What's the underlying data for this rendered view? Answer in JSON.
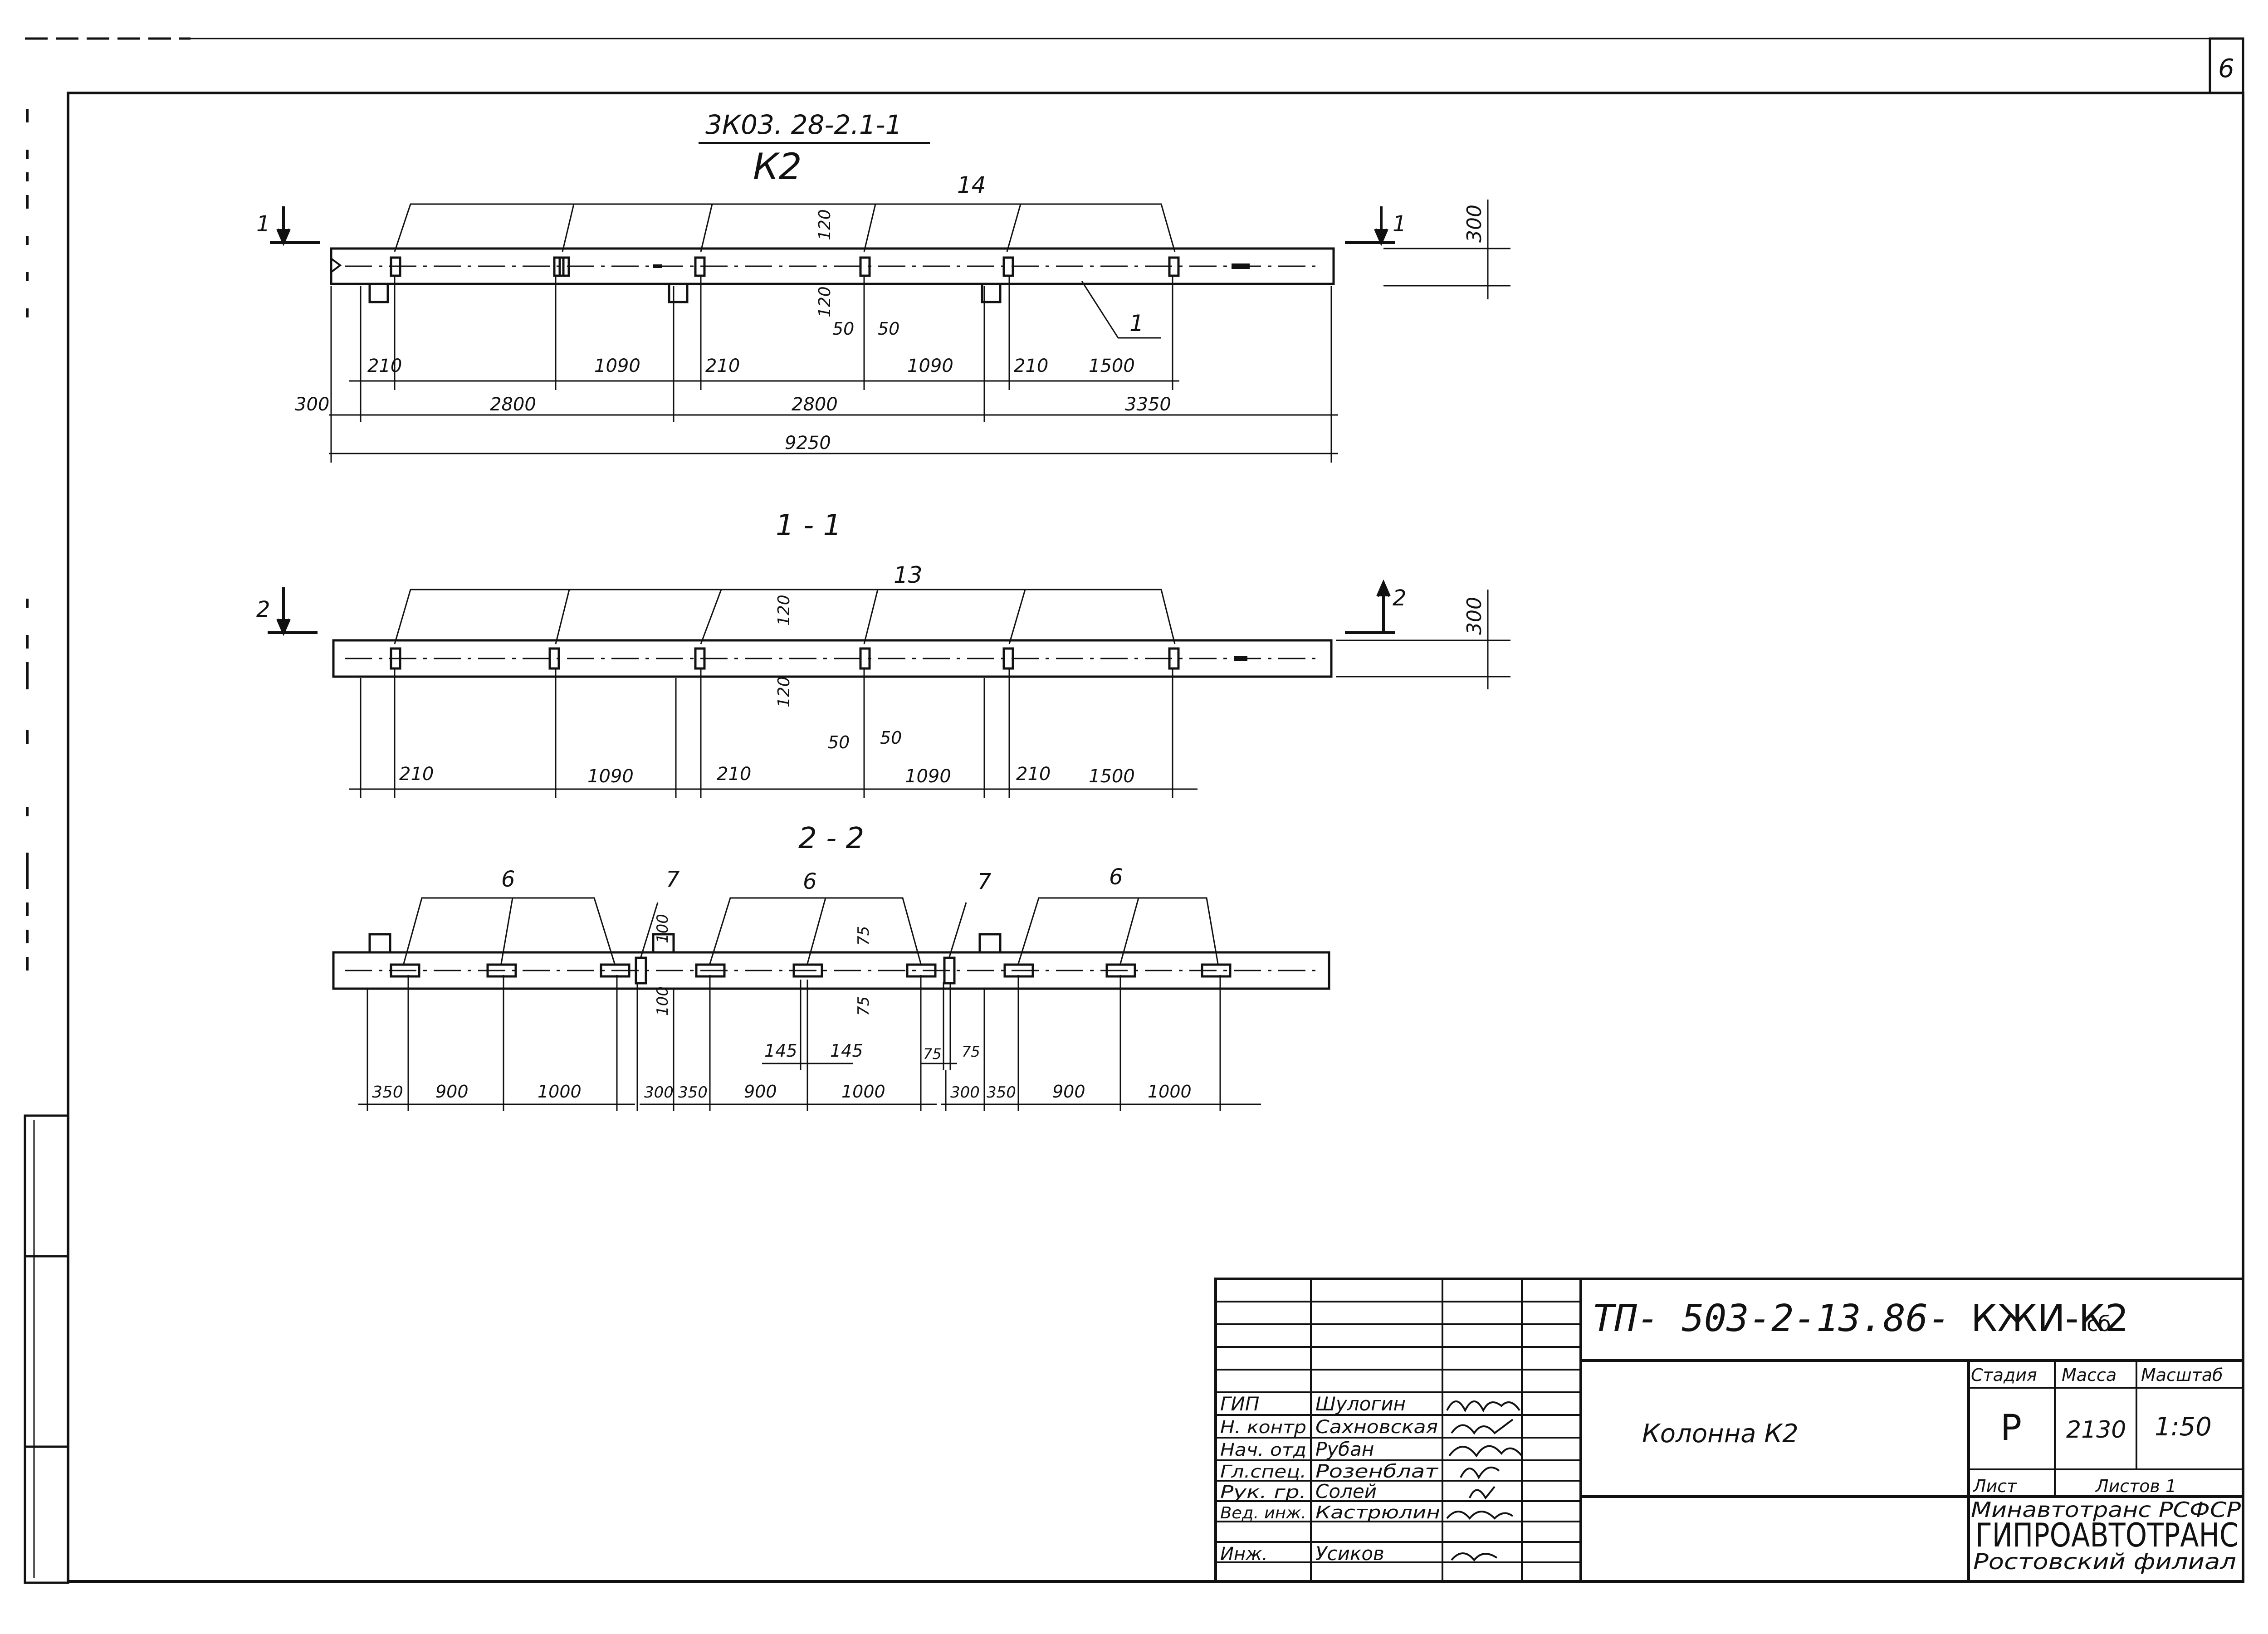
{
  "sheet_number": "6",
  "title_block": {
    "doc_code": "ТП- 503-2-13.86-",
    "doc_suffix": "КЖИ-К2",
    "doc_suffix_small": "сб",
    "object_name": "Колонна К2",
    "col_stage": "Стадия",
    "col_mass": "Масса",
    "col_scale": "Масштаб",
    "stage": "Р",
    "mass": "2130",
    "scale": "1:50",
    "sheet_label": "Лист",
    "sheets_label": "Листов 1",
    "org_line1": "Минавтотранс РСФСР",
    "org_line2": "ГИПРОАВТОТРАНС",
    "org_line3": "Ростовский филиал",
    "staff": [
      {
        "role": "ГИП",
        "name": "Шулогин"
      },
      {
        "role": "Н. контр",
        "name": "Сахновская"
      },
      {
        "role": "Нач. отд",
        "name": "Рубан"
      },
      {
        "role": "Гл.спец.",
        "name": "Розенблат"
      },
      {
        "role": "Рук. гр.",
        "name": "Солей"
      },
      {
        "role": "Вед. инж.",
        "name": "Кастрюлин"
      },
      {
        "role": "Инж.",
        "name": "Усиков"
      }
    ]
  },
  "drawing": {
    "mark": "3К03. 28-2.1-1",
    "element": "К2",
    "main_view": {
      "top_callout": "14",
      "item_callout": "1",
      "height_dim": "300",
      "section_marker": "1",
      "hole_dims": [
        "120",
        "120",
        "50",
        "50"
      ],
      "row1": [
        "210",
        "1090",
        "210",
        "1090",
        "210",
        "1500"
      ],
      "row2": [
        "300",
        "2800",
        "2800",
        "3350"
      ],
      "total": "9250"
    },
    "section_1": {
      "title": "1 - 1",
      "top_callout": "13",
      "height_dim": "300",
      "section_marker": "2",
      "hole_dims": [
        "120",
        "120",
        "50",
        "50"
      ],
      "row1": [
        "210",
        "1090",
        "210",
        "1090",
        "210",
        "1500"
      ]
    },
    "section_2": {
      "title": "2 - 2",
      "callouts": [
        "6",
        "7",
        "6",
        "7",
        "6"
      ],
      "hole_dims": [
        "100",
        "100",
        "75",
        "75"
      ],
      "small_dims": [
        "145",
        "145",
        "75",
        "75"
      ],
      "row1": [
        "350",
        "900",
        "1000",
        "300",
        "350",
        "900",
        "1000",
        "300",
        "350",
        "900",
        "1000"
      ]
    }
  }
}
